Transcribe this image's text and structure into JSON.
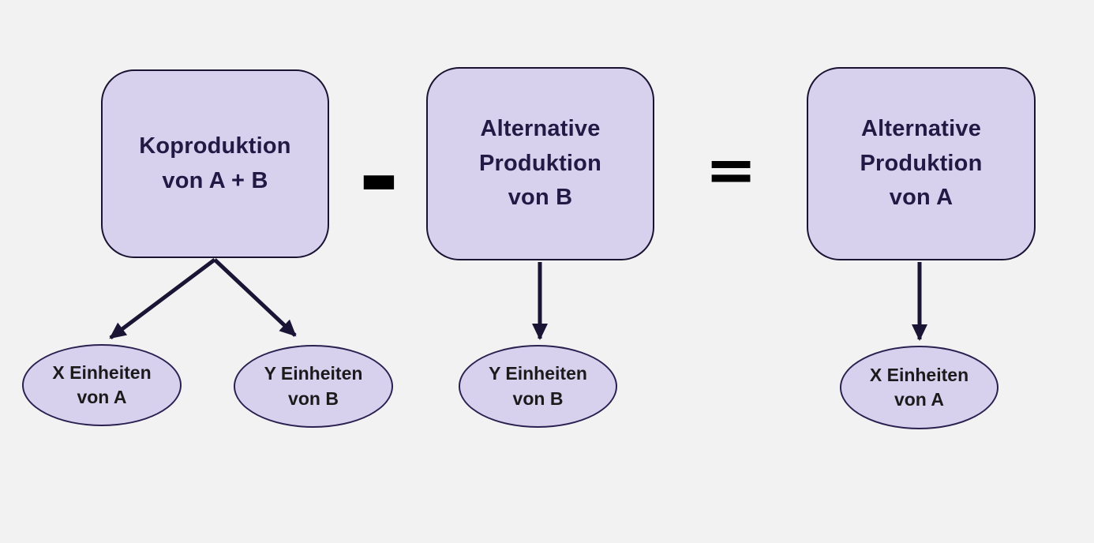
{
  "diagram": {
    "background_color": "#f2f2f2",
    "node_fill_color": "#d7d1ee",
    "node_border_color": "#1a1332",
    "box_text_color": "#221a44",
    "ellipse_text_color": "#1b1b1b",
    "arrow_color": "#1b1535",
    "operator_color": "#000000",
    "boxes": [
      {
        "label": "Koproduktion\nvon A + B"
      },
      {
        "label": "Alternative\nProduktion\nvon B"
      },
      {
        "label": "Alternative\nProduktion\nvon A"
      }
    ],
    "operators": [
      {
        "symbol": "-"
      },
      {
        "symbol": "="
      }
    ],
    "ellipses": [
      {
        "label": "X Einheiten\nvon A"
      },
      {
        "label": "Y Einheiten\nvon B"
      },
      {
        "label": "Y Einheiten\nvon B"
      },
      {
        "label": "X Einheiten\nvon A"
      }
    ],
    "connections": [
      {
        "from": "koproduktion-von-a-b",
        "to": "x-einheiten-von-a-left"
      },
      {
        "from": "koproduktion-von-a-b",
        "to": "y-einheiten-von-b-left"
      },
      {
        "from": "alternative-produktion-von-b",
        "to": "y-einheiten-von-b-mid"
      },
      {
        "from": "alternative-produktion-von-a",
        "to": "x-einheiten-von-a-right"
      }
    ]
  }
}
